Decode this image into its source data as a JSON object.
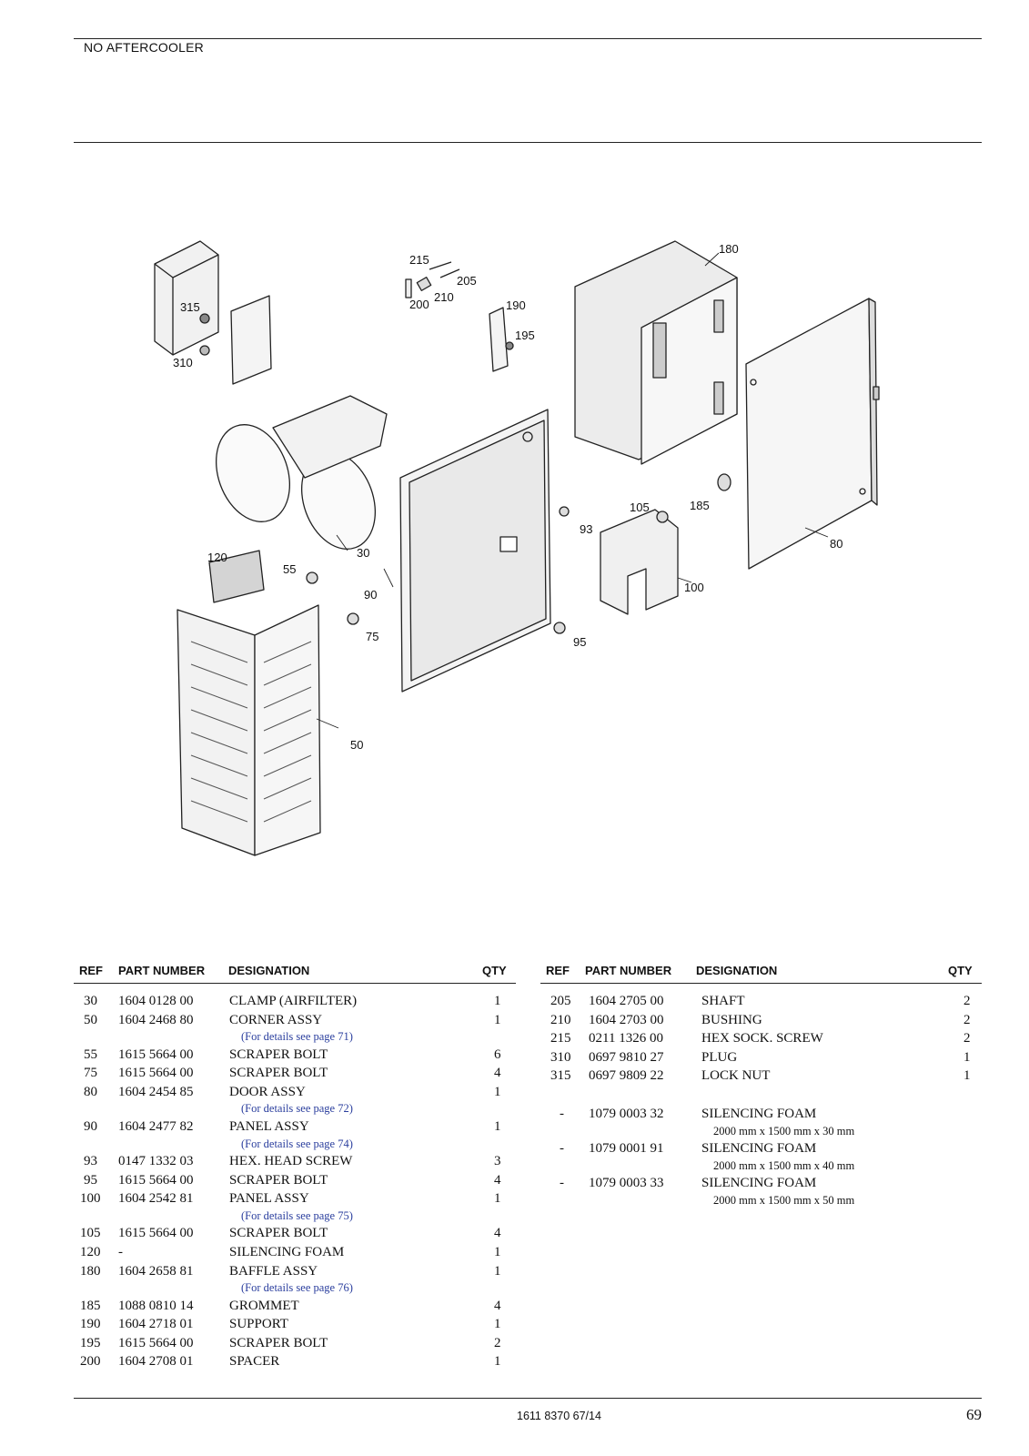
{
  "header": {
    "title": "NO AFTERCOOLER"
  },
  "diagram": {
    "callouts": [
      "180",
      "215",
      "205",
      "210",
      "200",
      "190",
      "195",
      "315",
      "310",
      "185",
      "105",
      "93",
      "80",
      "120",
      "55",
      "30",
      "90",
      "100",
      "75",
      "95",
      "50"
    ]
  },
  "table": {
    "headers": {
      "ref": "REF",
      "part_number": "PART NUMBER",
      "designation": "DESIGNATION",
      "qty": "QTY"
    },
    "left_rows": [
      {
        "ref": "30",
        "part": "1604 0128 00",
        "desig": "CLAMP (AIRFILTER)",
        "qty": "1"
      },
      {
        "ref": "50",
        "part": "1604 2468 80",
        "desig": "CORNER ASSY",
        "qty": "1"
      },
      {
        "note": "(For details see page 71)"
      },
      {
        "ref": "55",
        "part": "1615 5664 00",
        "desig": "SCRAPER BOLT",
        "qty": "6"
      },
      {
        "ref": "75",
        "part": "1615 5664 00",
        "desig": "SCRAPER BOLT",
        "qty": "4"
      },
      {
        "ref": "80",
        "part": "1604 2454 85",
        "desig": "DOOR ASSY",
        "qty": "1"
      },
      {
        "note": "(For details see page 72)"
      },
      {
        "ref": "90",
        "part": "1604 2477 82",
        "desig": "PANEL ASSY",
        "qty": "1"
      },
      {
        "note": "(For details see page 74)"
      },
      {
        "ref": "93",
        "part": "0147 1332 03",
        "desig": "HEX. HEAD SCREW",
        "qty": "3"
      },
      {
        "ref": "95",
        "part": "1615 5664 00",
        "desig": "SCRAPER BOLT",
        "qty": "4"
      },
      {
        "ref": "100",
        "part": "1604 2542 81",
        "desig": "PANEL ASSY",
        "qty": "1"
      },
      {
        "note": "(For details see page 75)"
      },
      {
        "ref": "105",
        "part": "1615 5664 00",
        "desig": "SCRAPER BOLT",
        "qty": "4"
      },
      {
        "ref": "120",
        "part": "-",
        "desig": "SILENCING FOAM",
        "qty": "1"
      },
      {
        "ref": "180",
        "part": "1604 2658 81",
        "desig": "BAFFLE ASSY",
        "qty": "1"
      },
      {
        "note": "(For details see page 76)"
      },
      {
        "ref": "185",
        "part": "1088 0810 14",
        "desig": "GROMMET",
        "qty": "4"
      },
      {
        "ref": "190",
        "part": "1604 2718 01",
        "desig": "SUPPORT",
        "qty": "1"
      },
      {
        "ref": "195",
        "part": "1615 5664 00",
        "desig": "SCRAPER BOLT",
        "qty": "2"
      },
      {
        "ref": "200",
        "part": "1604 2708 01",
        "desig": "SPACER",
        "qty": "1"
      }
    ],
    "right_rows": [
      {
        "ref": "205",
        "part": "1604 2705 00",
        "desig": "SHAFT",
        "qty": "2"
      },
      {
        "ref": "210",
        "part": "1604 2703 00",
        "desig": "BUSHING",
        "qty": "2"
      },
      {
        "ref": "215",
        "part": "0211 1326 00",
        "desig": "HEX SOCK. SCREW",
        "qty": "2"
      },
      {
        "ref": "310",
        "part": "0697 9810 27",
        "desig": "PLUG",
        "qty": "1"
      },
      {
        "ref": "315",
        "part": "0697 9809 22",
        "desig": "LOCK NUT",
        "qty": "1"
      },
      {
        "gap": true
      },
      {
        "ref": "-",
        "part": "1079 0003 32",
        "desig": "SILENCING FOAM",
        "qty": ""
      },
      {
        "dim": "2000 mm x 1500 mm x 30 mm"
      },
      {
        "ref": "-",
        "part": "1079 0001 91",
        "desig": "SILENCING FOAM",
        "qty": ""
      },
      {
        "dim": "2000 mm x 1500 mm x 40 mm"
      },
      {
        "ref": "-",
        "part": "1079 0003 33",
        "desig": "SILENCING FOAM",
        "qty": ""
      },
      {
        "dim": "2000 mm x 1500 mm x 50 mm"
      }
    ]
  },
  "footer": {
    "doc_code": "1611 8370 67/14",
    "page_number": "69"
  }
}
